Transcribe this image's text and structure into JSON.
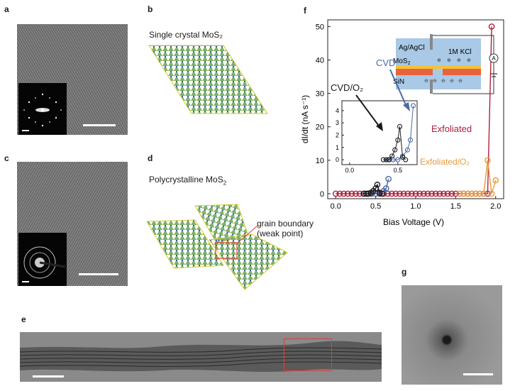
{
  "panels": {
    "a": "a",
    "b": "b",
    "c": "c",
    "d": "d",
    "e": "e",
    "f": "f",
    "g": "g"
  },
  "panel_b": {
    "title": "Single crystal MoS₂"
  },
  "panel_d": {
    "title_main": "Polycrystalline MoS",
    "title_sub": "2",
    "callout_line1": "grain boundary",
    "callout_line2": "(weak point)"
  },
  "inset_schematic": {
    "electrode": "Ag/AgCl",
    "electrolyte": "1M KCl",
    "mos2_main": "MoS",
    "mos2_sub": "2",
    "sin": "SiN",
    "ammeter": "A"
  },
  "colors": {
    "cvd": "#4a6aa8",
    "cvd_o2": "#1a1a1a",
    "exfoliated": "#b0203c",
    "exfoliated_o2": "#e89a3c",
    "highlight_box": "#e33b3b",
    "water": "#a9c9e6",
    "mos2_layer": "#f2c23a",
    "sin_layer": "#e8623f"
  },
  "chart_data": {
    "type": "scatter",
    "xlabel": "Bias Voltage (V)",
    "ylabel": "dI/dt (nA s⁻¹)",
    "xlim": [
      -0.1,
      2.1
    ],
    "ylim": [
      -1.5,
      52
    ],
    "xticks": [
      "0.0",
      "0.5",
      "1.0",
      "1.5",
      "2.0"
    ],
    "yticks": [
      "0",
      "10",
      "20",
      "30",
      "40",
      "50"
    ],
    "series": [
      {
        "name": "Exfoliated",
        "color": "#b0203c",
        "x": [
          0.0,
          0.05,
          0.1,
          0.15,
          0.2,
          0.25,
          0.3,
          0.35,
          0.4,
          0.45,
          0.5,
          0.55,
          0.6,
          0.65,
          0.7,
          0.75,
          0.8,
          0.85,
          0.9,
          0.95,
          1.0,
          1.05,
          1.1,
          1.15,
          1.2,
          1.25,
          1.3,
          1.35,
          1.4,
          1.45,
          1.5,
          1.55,
          1.6,
          1.65,
          1.7,
          1.75,
          1.8,
          1.85,
          1.9,
          1.95
        ],
        "y": [
          0,
          0,
          0,
          0,
          0,
          0,
          0,
          0,
          0,
          0,
          0,
          0,
          0,
          0,
          0,
          0,
          0,
          0,
          0,
          0,
          0,
          0,
          0,
          0,
          0,
          0,
          0,
          0,
          0,
          0,
          0,
          0,
          0,
          0,
          0,
          0,
          0,
          0,
          0,
          50
        ]
      },
      {
        "name": "Exfoliated/O₂",
        "color": "#e89a3c",
        "x": [
          1.55,
          1.6,
          1.65,
          1.7,
          1.75,
          1.8,
          1.85,
          1.9,
          1.95,
          2.0
        ],
        "y": [
          0,
          0,
          0,
          0,
          0,
          0,
          0,
          10,
          0,
          4
        ]
      },
      {
        "name": "CVD",
        "color": "#4a6aa8",
        "x": [
          0.4,
          0.45,
          0.5,
          0.55,
          0.6,
          0.63,
          0.66
        ],
        "y": [
          0,
          0,
          0,
          0.3,
          0.8,
          1.6,
          4.4
        ]
      },
      {
        "name": "CVD/O₂",
        "color": "#1a1a1a",
        "x": [
          0.35,
          0.38,
          0.41,
          0.44,
          0.47,
          0.5,
          0.52,
          0.55,
          0.58
        ],
        "y": [
          0,
          0,
          0,
          0.3,
          0.8,
          1.6,
          2.7,
          0.2,
          0
        ]
      }
    ],
    "inset": {
      "xticks": [
        "0.0",
        "0.5"
      ],
      "yticks": [
        "0",
        "1",
        "2",
        "3",
        "4"
      ],
      "xlim": [
        -0.08,
        0.7
      ],
      "ylim": [
        -0.4,
        4.8
      ]
    },
    "annotations": {
      "cvd": "CVD",
      "cvd_o2": "CVD/O₂",
      "exfoliated": "Exfoliated",
      "exfoliated_o2": "Exfoliated/O₂"
    }
  }
}
